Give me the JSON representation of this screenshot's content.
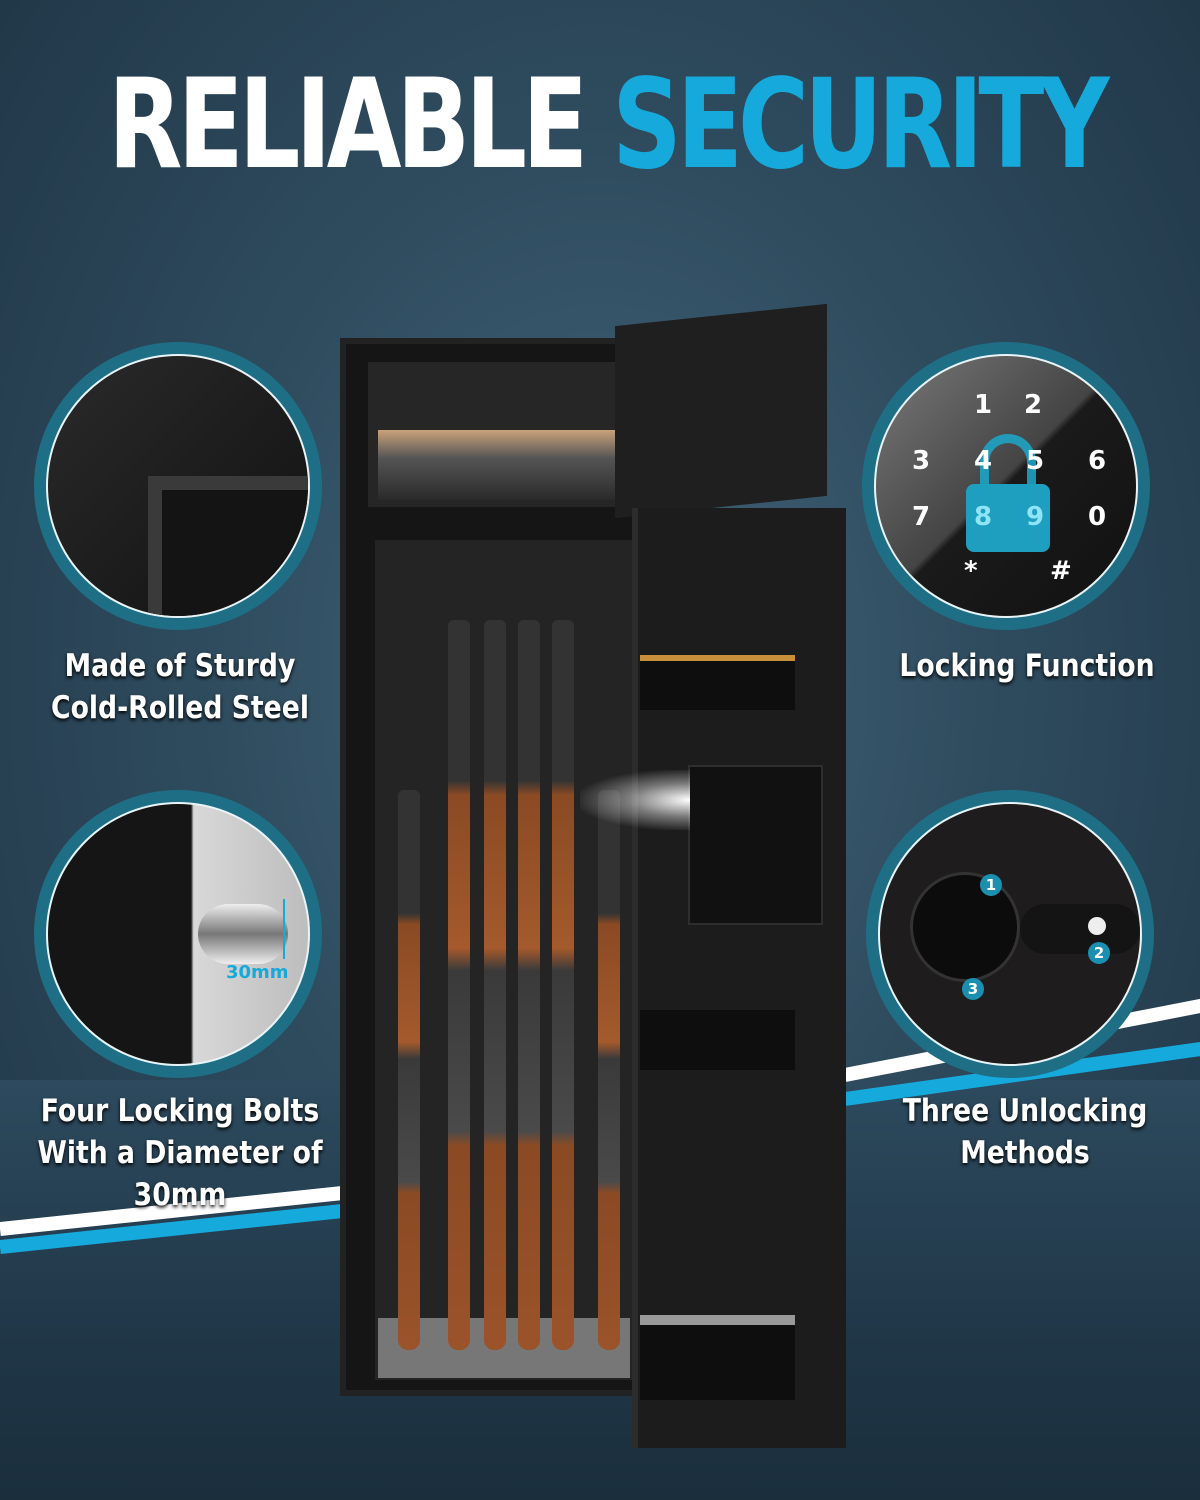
{
  "title": {
    "word1": "RELIABLE",
    "word2": "SECURITY"
  },
  "colors": {
    "accent": "#16a9dc",
    "ring": "#1e6f86",
    "background": "#2c4658"
  },
  "features": [
    {
      "caption": "Made of Sturdy Cold-Rolled Steel",
      "image": "steel-corner-closeup"
    },
    {
      "caption": "Locking Function",
      "image": "keypad-lock",
      "keypad": [
        "1",
        "2",
        "3",
        "4",
        "5",
        "6",
        "7",
        "8",
        "9",
        "0",
        "*",
        "#"
      ]
    },
    {
      "caption": "Four Locking Bolts With a Diameter of 30mm",
      "image": "locking-bolt-closeup",
      "measurement": "30mm"
    },
    {
      "caption": "Three Unlocking Methods",
      "image": "lock-panel",
      "markers": [
        "1",
        "2",
        "3"
      ]
    }
  ],
  "product": {
    "image": "open-gun-safe-with-rifles"
  }
}
